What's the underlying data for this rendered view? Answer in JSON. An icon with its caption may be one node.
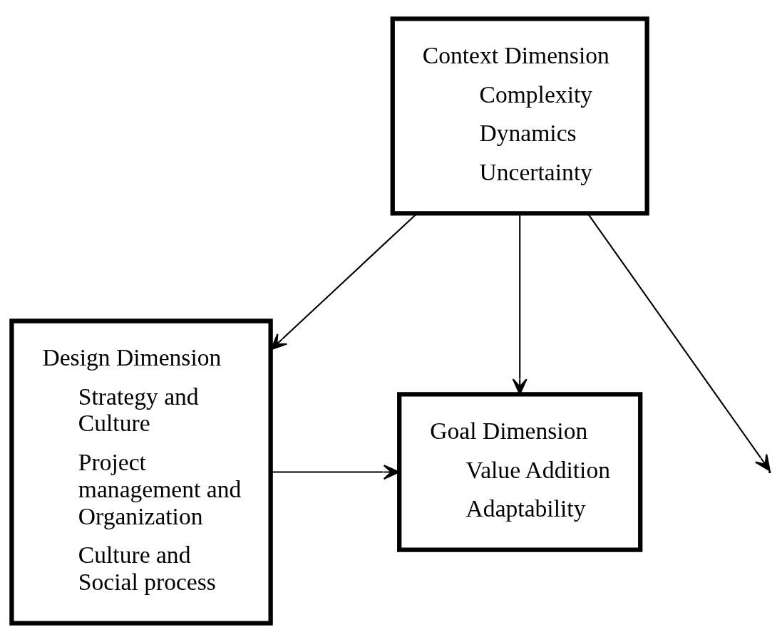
{
  "diagram": {
    "nodes": [
      {
        "text": [
          "Context Dimension",
          "Complexity",
          "Dynamics",
          "Uncertainty"
        ]
      },
      {
        "text": [
          "Design Dimension",
          "Strategy and Culture",
          "Project management and Organization",
          "Culture and Social process"
        ]
      },
      {
        "text": [
          "Goal Dimension",
          "Value Addition",
          "Adaptability"
        ]
      }
    ],
    "edges": [
      {
        "from": 0,
        "to": 1,
        "arrow": "to"
      },
      {
        "from": 0,
        "to": 2,
        "arrow": "to"
      },
      {
        "from": 0,
        "to": null,
        "arrow": "to"
      },
      {
        "from": 1,
        "to": 2,
        "arrow": "to"
      }
    ]
  }
}
